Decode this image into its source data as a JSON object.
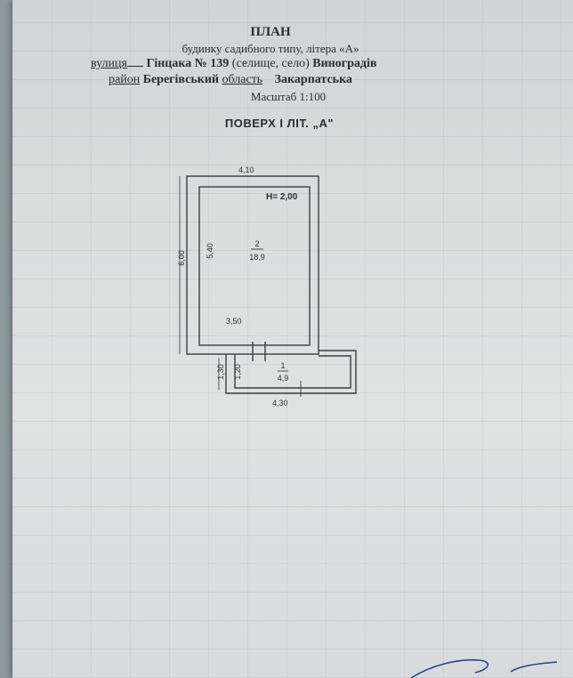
{
  "header": {
    "title": "ПЛАН",
    "subtitle": "будинку садибного типу, літера «А»",
    "street_label": "вулиця",
    "street_value": "Гінцака № 139",
    "settlement_type": "(селище, село)",
    "settlement_name": "Виноградів",
    "district_label": "район",
    "district_value": "Берегівський",
    "region_label": "область",
    "region_value": "Закарпатська",
    "scale": "Масштаб 1:100"
  },
  "floor": {
    "title": "ПОВЕРХ І ЛІТ. „А\""
  },
  "plan": {
    "dim_top": "4,10",
    "dim_left_outer": "6,00",
    "dim_left_inner": "5,40",
    "height_label": "Н= 2,00",
    "room2_number": "2",
    "room2_area": "18,9",
    "room2_width": "3,50",
    "room1_outer": "1,30",
    "room1_inner": "1,20",
    "room1_number": "1",
    "room1_area": "4,9",
    "dim_bottom": "4,30"
  }
}
